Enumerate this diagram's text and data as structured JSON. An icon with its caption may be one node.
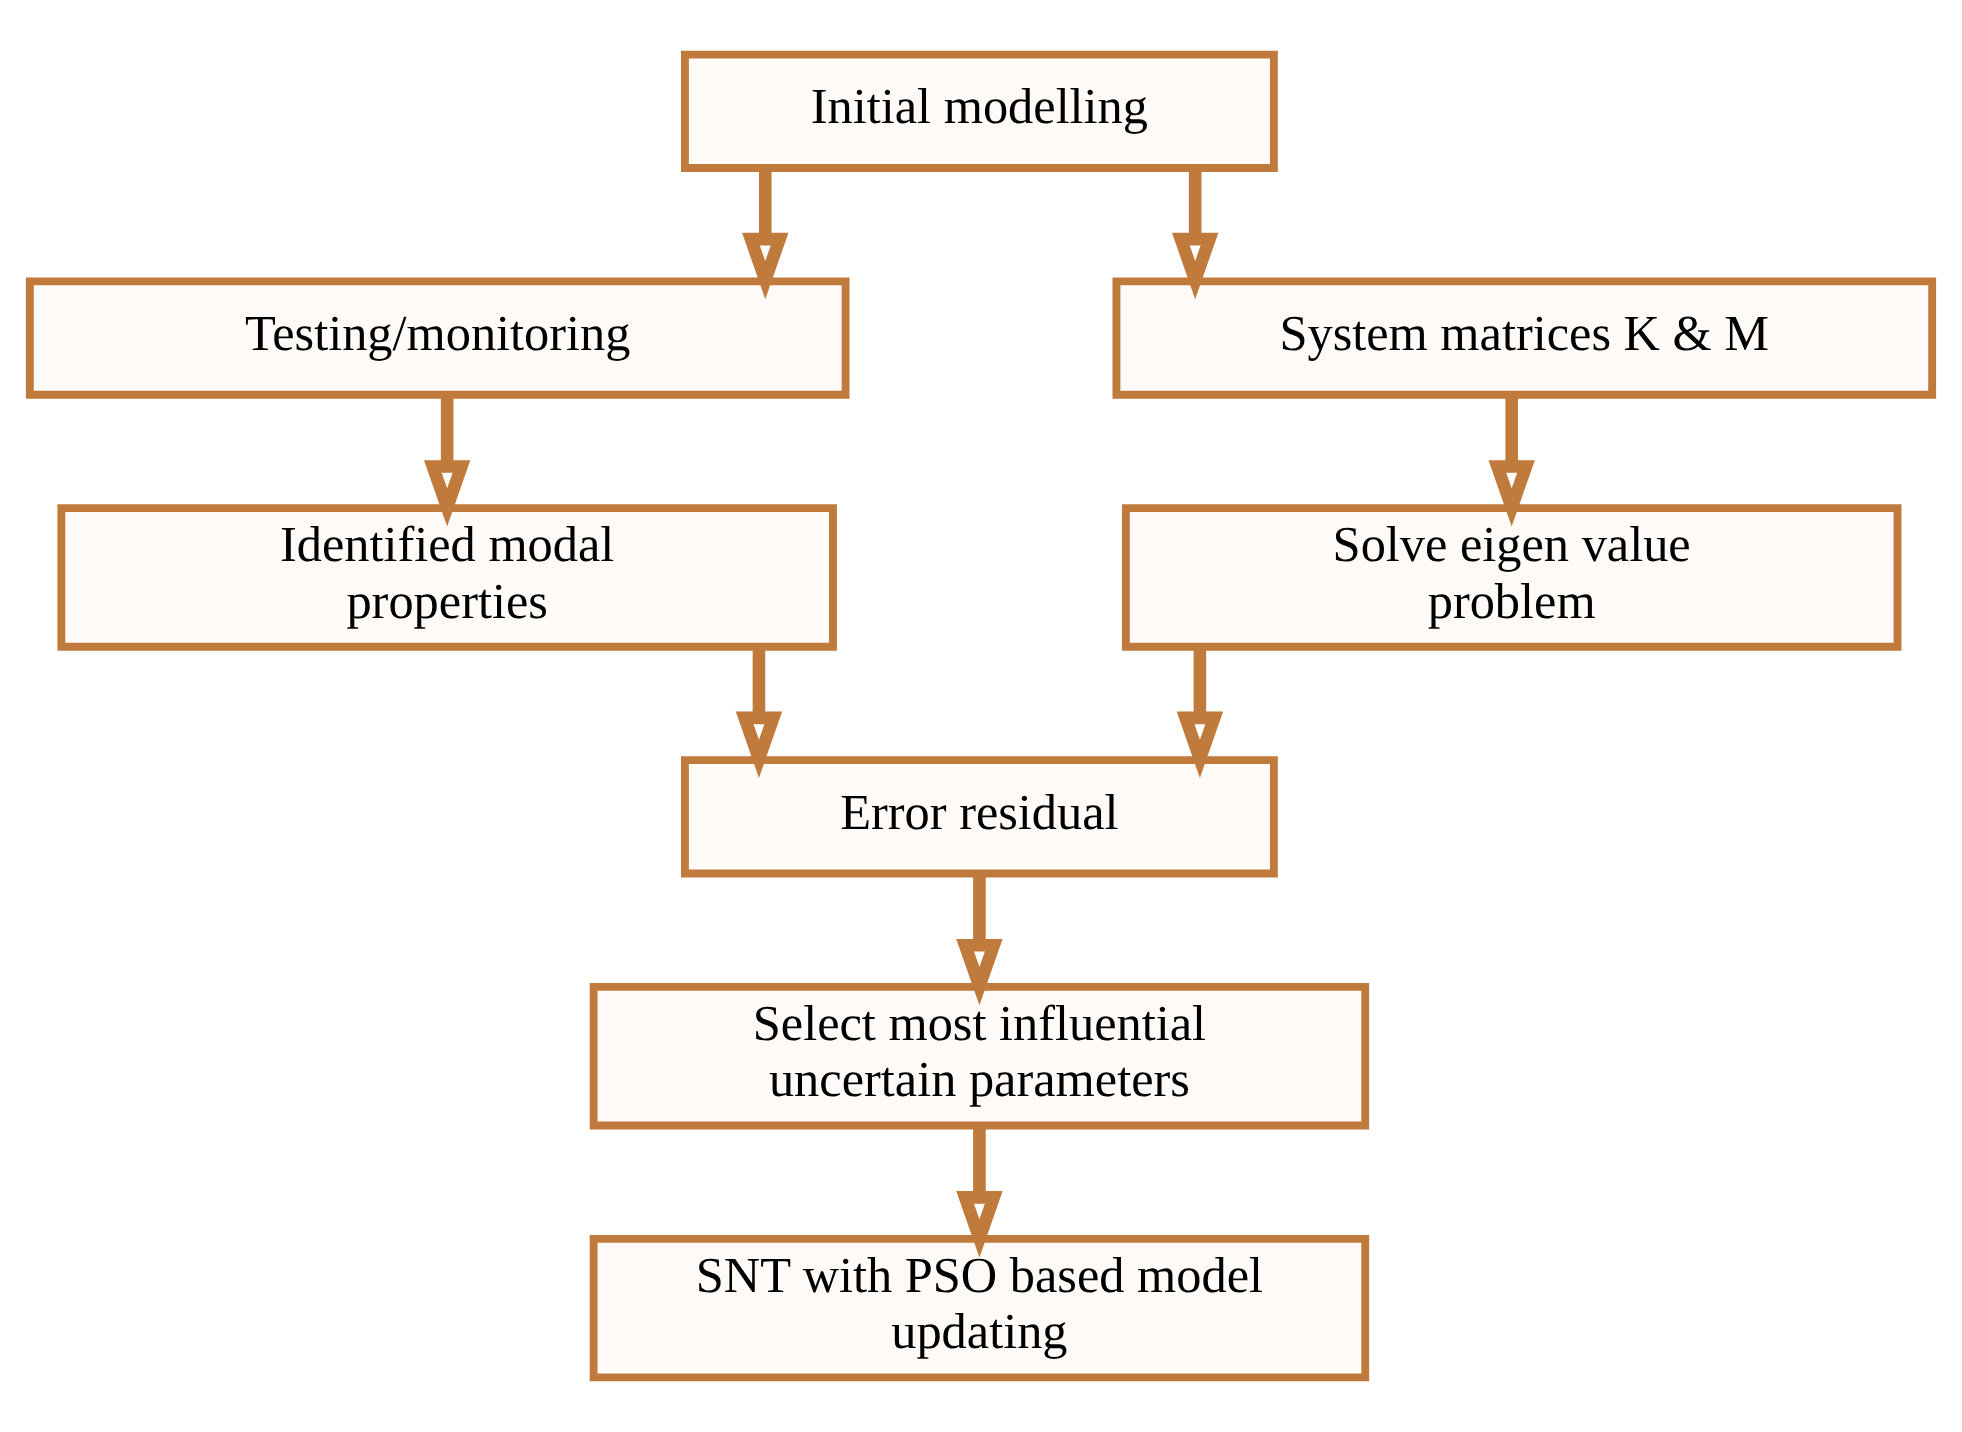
{
  "diagram": {
    "nodes": [
      {
        "text": [
          "Initial modelling"
        ]
      },
      {
        "text": [
          "Testing/monitoring"
        ]
      },
      {
        "text": [
          "System matrices K & M"
        ]
      },
      {
        "text": [
          "Identified modal properties"
        ]
      },
      {
        "text": [
          "Solve eigen value problem"
        ]
      },
      {
        "text": [
          "Error residual"
        ]
      },
      {
        "text": [
          "Select most influential uncertain parameters"
        ]
      },
      {
        "text": [
          "SNT with PSO based model updating"
        ]
      }
    ],
    "edges": [
      {
        "from": 0,
        "to": 1,
        "arrow": "to"
      },
      {
        "from": 0,
        "to": 2,
        "arrow": "to"
      },
      {
        "from": 1,
        "to": 3,
        "arrow": "to"
      },
      {
        "from": 2,
        "to": 4,
        "arrow": "to"
      },
      {
        "from": 3,
        "to": 5,
        "arrow": "to"
      },
      {
        "from": 4,
        "to": 5,
        "arrow": "to"
      },
      {
        "from": 5,
        "to": 6,
        "arrow": "to"
      },
      {
        "from": 6,
        "to": 7,
        "arrow": "to"
      }
    ]
  }
}
